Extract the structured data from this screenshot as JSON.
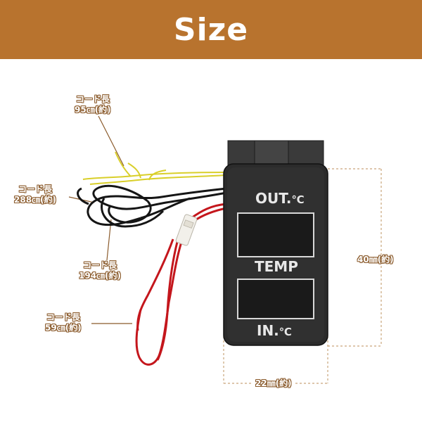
{
  "banner": {
    "title": "Size"
  },
  "labels": {
    "cord_yellow": {
      "line1": "コード長",
      "line2": "95㎝(約)"
    },
    "cord_black_long": {
      "line1": "コード長",
      "line2": "288㎝(約)"
    },
    "cord_black_short": {
      "line1": "コード長",
      "line2": "194㎝(約)"
    },
    "cord_red": {
      "line1": "コード長",
      "line2": "59㎝(約)"
    },
    "height": "40㎜(約)",
    "width": "22㎜(約)"
  },
  "device": {
    "out_label": "OUT.",
    "out_unit": "℃",
    "temp_label": "TEMP",
    "in_label": "IN.",
    "in_unit": "℃"
  },
  "colors": {
    "banner": "#b8732e",
    "label_outline": "#8a5a2b",
    "device_body": "#2b2b2b",
    "display": "#1a1a1a",
    "wire_yellow": "#d9cf2a",
    "wire_black": "#151515",
    "wire_red": "#c4161c"
  }
}
